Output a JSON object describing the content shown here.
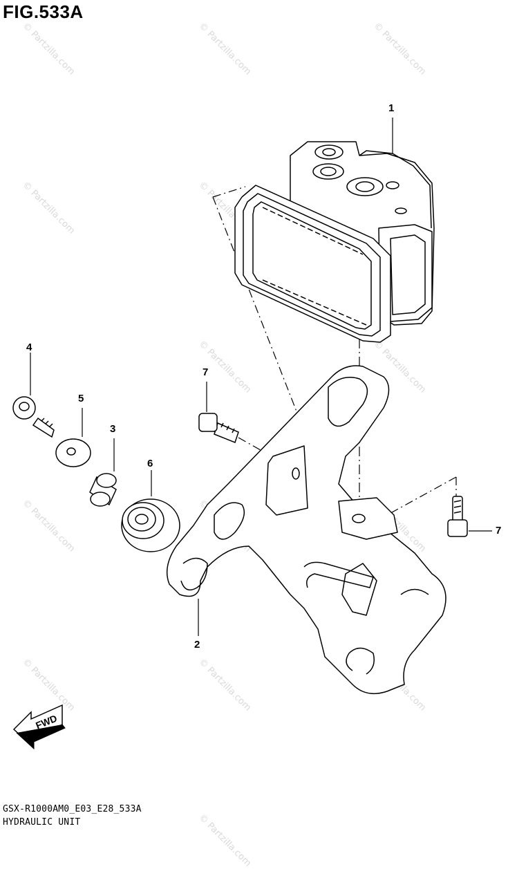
{
  "figure": {
    "title": "FIG.533A"
  },
  "callouts": {
    "part1": "1",
    "part2": "2",
    "part3": "3",
    "part4": "4",
    "part5": "5",
    "part6": "6",
    "part7a": "7",
    "part7b": "7"
  },
  "fwd_label": "FWD",
  "watermark": "© Partzilla.com",
  "footer": {
    "model_code": "GSX-R1000AM0_E03_E28_533A",
    "caption": "HYDRAULIC UNIT"
  }
}
